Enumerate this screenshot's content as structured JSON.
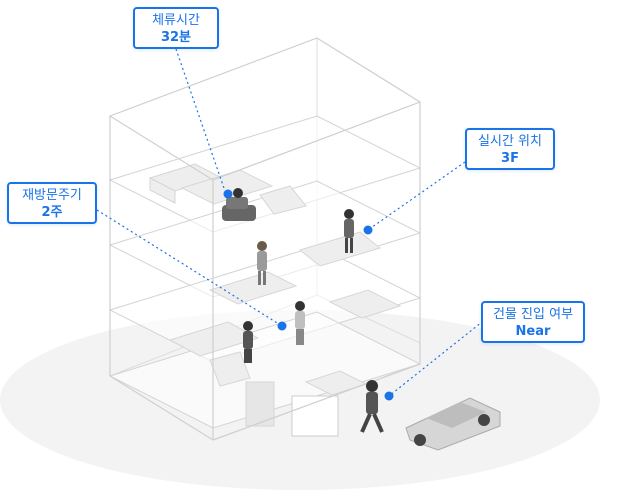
{
  "callouts": {
    "dwell": {
      "label": "체류시간",
      "value": "32분"
    },
    "revisit": {
      "label": "재방문주기",
      "value": "2주"
    },
    "floor": {
      "label": "실시간 위치",
      "value": "3F"
    },
    "entry": {
      "label": "건물 진입 여부",
      "value": "Near"
    }
  },
  "colors": {
    "accent": "#1a73e8",
    "outline": "#d3d3d3",
    "floor": "#e9e9e9",
    "figure": "#555555"
  }
}
